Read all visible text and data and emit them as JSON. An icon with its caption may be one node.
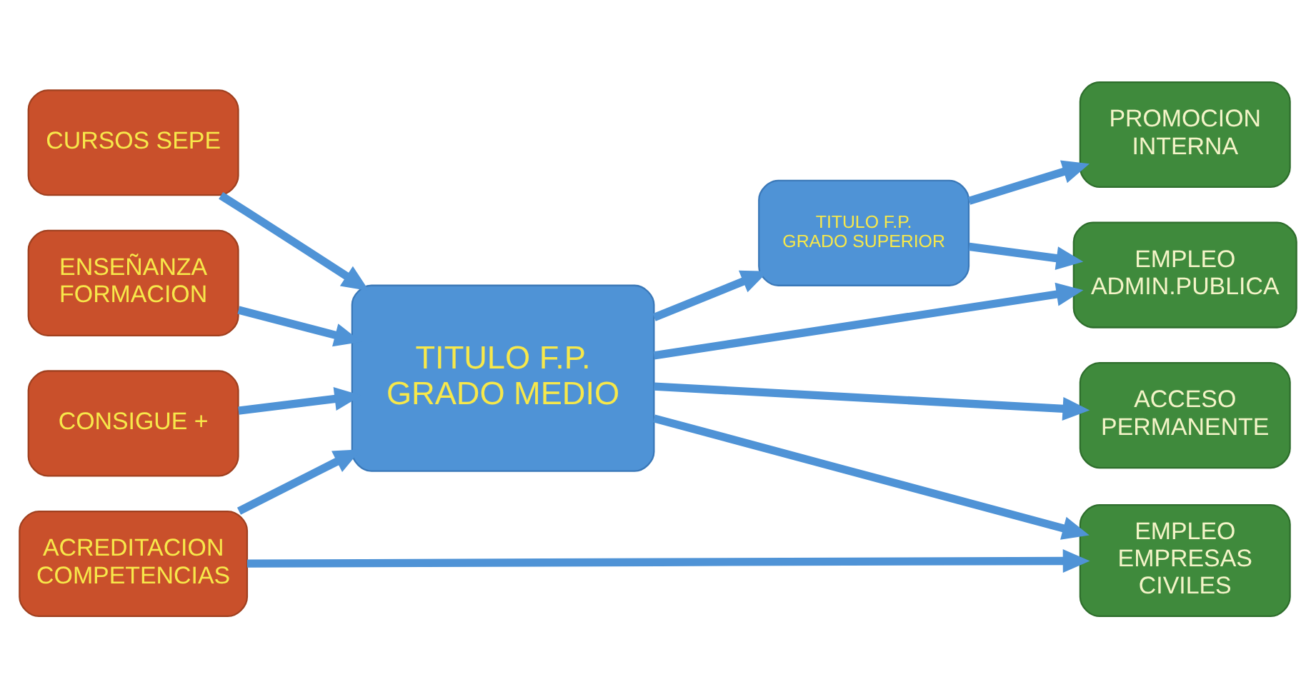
{
  "diagram": {
    "nodes": [
      {
        "text": [
          "CURSOS SEPE"
        ]
      },
      {
        "text": [
          "ENSEÑANZA FORMACION"
        ]
      },
      {
        "text": [
          "CONSIGUE +"
        ]
      },
      {
        "text": [
          "ACREDITACION COMPETENCIAS"
        ]
      },
      {
        "text": [
          "TITULO F.P. GRADO MEDIO"
        ]
      },
      {
        "text": [
          "TITULO F.P. GRADO SUPERIOR"
        ]
      },
      {
        "text": [
          "PROMOCION INTERNA"
        ]
      },
      {
        "text": [
          "EMPLEO ADMIN.PUBLICA"
        ]
      },
      {
        "text": [
          "ACCESO PERMANENTE"
        ]
      },
      {
        "text": [
          "EMPLEO EMPRESAS CIVILES"
        ]
      }
    ],
    "edges": [
      {
        "from": 0,
        "to": 4,
        "arrow": "to"
      },
      {
        "from": 1,
        "to": 4,
        "arrow": "to"
      },
      {
        "from": 2,
        "to": 4,
        "arrow": "to"
      },
      {
        "from": 3,
        "to": 4,
        "arrow": "to"
      },
      {
        "from": 4,
        "to": 5,
        "arrow": "to"
      },
      {
        "from": 5,
        "to": 6,
        "arrow": "to"
      },
      {
        "from": 5,
        "to": 7,
        "arrow": "to"
      },
      {
        "from": 4,
        "to": 7,
        "arrow": "to"
      },
      {
        "from": 4,
        "to": 8,
        "arrow": "to"
      },
      {
        "from": 4,
        "to": 9,
        "arrow": "to"
      },
      {
        "from": 3,
        "to": 9,
        "arrow": "to"
      }
    ]
  }
}
